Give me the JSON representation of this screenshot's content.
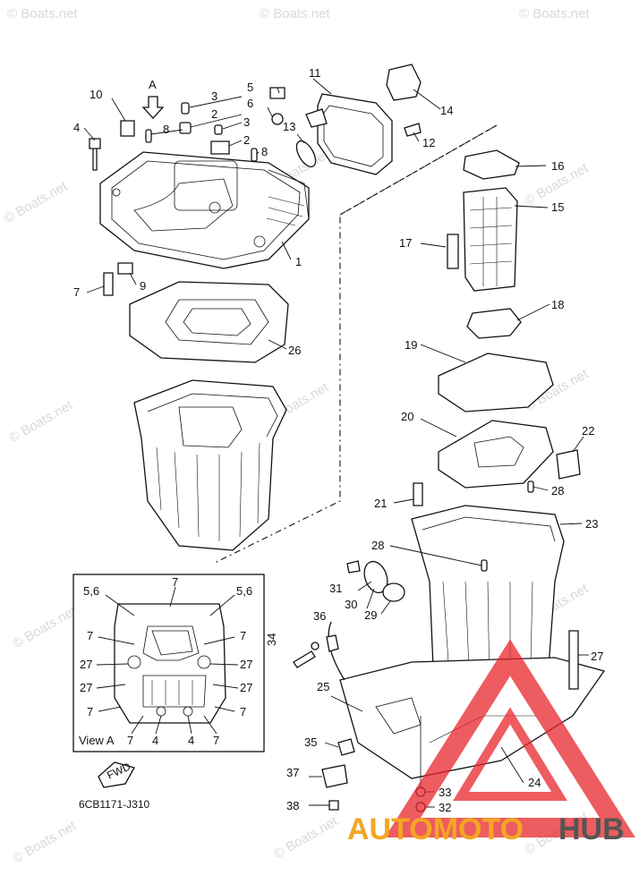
{
  "watermark": {
    "text": "© Boats.net"
  },
  "view_label": "View A",
  "arrow_label": "A",
  "fwd_label": "FWD",
  "diagram_code": "6CB1171-J310",
  "brand": {
    "part_a": "AUTOMOTO",
    "part_b": "HUB",
    "color_a": "#f4a623",
    "color_b": "#555555",
    "logo_color": "#e8262b"
  },
  "callouts": {
    "c1": "1",
    "c2a": "2",
    "c2b": "2",
    "c3a": "3",
    "c3b": "3",
    "c4": "4",
    "c5": "5",
    "c6": "6",
    "c7": "7",
    "c8a": "8",
    "c8b": "8",
    "c9": "9",
    "c10": "10",
    "c11": "11",
    "c12": "12",
    "c13": "13",
    "c14": "14",
    "c15": "15",
    "c16": "16",
    "c17": "17",
    "c18": "18",
    "c19": "19",
    "c20": "20",
    "c21": "21",
    "c22": "22",
    "c23": "23",
    "c24": "24",
    "c25": "25",
    "c26": "26",
    "c27": "27",
    "c28a": "28",
    "c28b": "28",
    "c29": "29",
    "c30": "30",
    "c31": "31",
    "c32": "32",
    "c33": "33",
    "c34": "34",
    "c35": "35",
    "c36": "36",
    "c37": "37",
    "c38": "38"
  },
  "view_a_callouts": {
    "v56l": "5,6",
    "v56r": "5,6",
    "v7top": "7",
    "v7l1": "7",
    "v7r1": "7",
    "v27l1": "27",
    "v27r1": "27",
    "v27l2": "27",
    "v27r2": "27",
    "v7l2": "7",
    "v7r2": "7",
    "v7b1": "7",
    "v4a": "4",
    "v4b": "4",
    "v7b2": "7"
  }
}
